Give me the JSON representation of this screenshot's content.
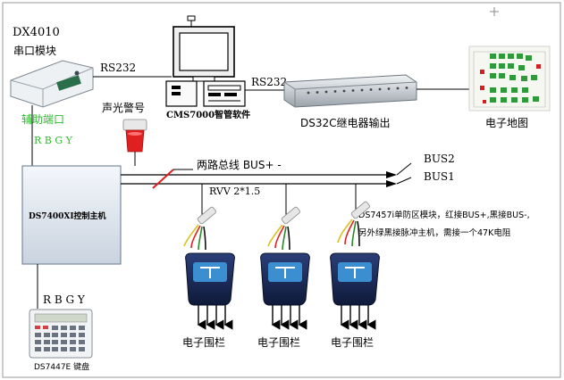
{
  "labels": {
    "dx4010_model": "DX4010",
    "dx4010_name": "串口模块",
    "rs232_left": "RS232",
    "rs232_right": "RS232",
    "cms7000": "CMS7000智管软件",
    "ds32c": "DS32C继电器输出",
    "emap": "电子地图",
    "aux_port": "辅助端口",
    "rbgy_top": "R B G Y",
    "siren": "声光警号",
    "bus_pair": "两路总线 BUS+ -",
    "bus2": "BUS2",
    "bus1": "BUS1",
    "rvv": "RVV 2*1.5",
    "ds7400": "DS7400XI控制主机",
    "ds7457_line1": "DS7457i单防区模块，红接BUS+,黑接BUS-,",
    "ds7457_line2": "另外绿黑接脉冲主机，需接一个47K电阻",
    "rbgy_bottom": "R B G Y",
    "keypad": "DS7447E 键盘",
    "fence_1": "电子围栏",
    "fence_2": "电子围栏",
    "fence_3": "电子围栏"
  },
  "colors": {
    "aux_text": "#2db82d",
    "siren_red": "#e02020",
    "bus_break": "#e02020",
    "panel_frame": "#7a8aa0"
  }
}
